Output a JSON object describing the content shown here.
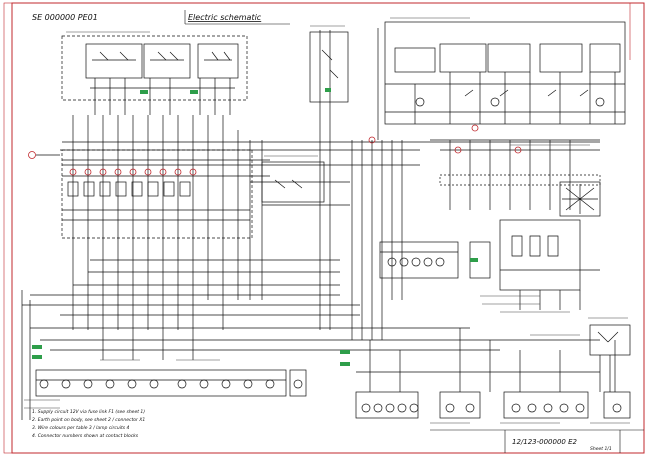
{
  "header": {
    "doc_id": "SE 000000 PE01",
    "title": "Electric schematic"
  },
  "title_block": {
    "doc_number": "12/123-000000 E2",
    "sheet": "Sheet 1/1"
  },
  "notes": [
    "1. Supply circuit 12V via fuse link F1 (see sheet 1)",
    "2. Earth point on body, see sheet 2 / connector X1",
    "3. Wire colours per table 3 / lamp circuits 4",
    "4. Connector numbers shown at contact blocks"
  ],
  "colors": {
    "line": "#111111",
    "marker_red": "#c0282d",
    "tag_green": "#2e9e4a",
    "frame": "#c0282d"
  }
}
